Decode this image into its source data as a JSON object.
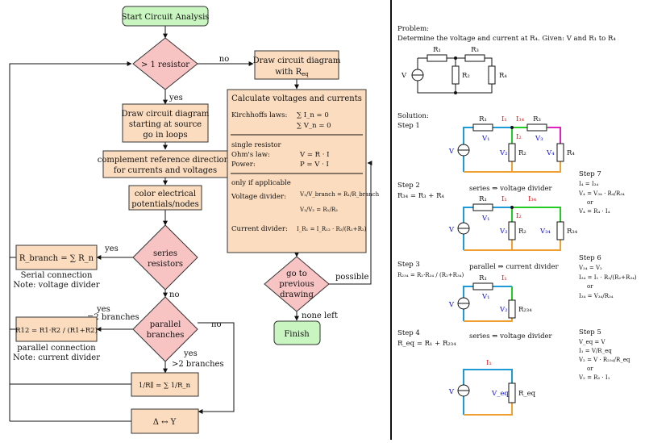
{
  "flow": {
    "start": "Start Circuit Analysis",
    "d1": "> 1 resistor",
    "no1": "no",
    "yes1": "yes",
    "draw_req_1": "Draw circuit diagram",
    "draw_req_2": "with R",
    "draw_req_sub": "eq",
    "draw_src_1": "Draw circuit diagram",
    "draw_src_2": "starting at source",
    "draw_src_3": "go in loops",
    "complement_1": "complement reference directions",
    "complement_2": "for currents and voltages",
    "color_1": "color electrical",
    "color_2": "potentials/nodes",
    "d_series_1": "series",
    "d_series_2": "resistors",
    "yes_series": "yes",
    "no_series": "no",
    "rbranch": "R_branch = ∑ R_n",
    "serial_1": "Serial connection",
    "serial_2": "Note: voltage divider",
    "d_par_1": "parallel",
    "d_par_2": "branches",
    "yes_par_a": "yes",
    "eq2": "=2 branches",
    "no_par": "no",
    "yes_par_b": "yes",
    "gt2": ">2 branches",
    "r12": "R12 = R1·R2 / (R1+R2)",
    "par_1": "parallel connection",
    "par_2": "Note: current divider",
    "recip": "1/R∥ = ∑ 1/R_n",
    "delta": "Δ ↔ Y",
    "calc_title": "Calculate voltages and currents",
    "kirch": "Kirchhoffs laws:",
    "kirch_i": "∑ I_n = 0",
    "kirch_v": "∑ V_n = 0",
    "single": "single resistor",
    "ohm": "Ohm's law:",
    "ohm_eq": "V = R · I",
    "power": "Power:",
    "power_eq": "P = V · I",
    "only_if": "only if applicable",
    "vdiv": "Voltage divider:",
    "cdiv": "Current divider:",
    "d_prev_1": "go to",
    "d_prev_2": "previous",
    "d_prev_3": "drawing",
    "possible": "possible",
    "none_left": "none left",
    "finish": "Finish"
  },
  "right": {
    "problem": "Problem:",
    "problem_text": "Determine the voltage and current at R₄. Given: V and R₁ to R₄",
    "solution": "Solution:",
    "step1": "Step 1",
    "step2": "Step 2",
    "step2_eq": "R₃₄ = R₃ + R₄",
    "step2_note": "series ⇒ voltage divider",
    "step3": "Step 3",
    "step3_eq": "R₂₃₄ = R₂·R₃₄ / (R₂+R₃₄)",
    "step3_note": "parallel ⇒ current divider",
    "step4": "Step 4",
    "step4_eq": "R_eq = R₁ + R₂₃₄",
    "step4_note": "series ⇒ voltage divider",
    "step7": "Step 7",
    "step7_l1": "I₄ = I₃₄",
    "step7_l2": "V₄ = V₃₄ · R₄/R₃₄",
    "step7_or": "or",
    "step7_l3": "V₄ = R₄ · I₄",
    "step6": "Step 6",
    "step6_l1": "V₃₄ = V₂",
    "step6_l2": "I₃₄ = I₁ · R₂/(R₂+R₃₄)",
    "step6_or": "or",
    "step6_l3": "I₃₄ = V₃₄/R₃₄",
    "step5": "Step 5",
    "step5_l1": "V_eq = V",
    "step5_l2": "I₁ = V/R_eq",
    "step5_l3": "V₂ = V · R₂₃₄/R_eq",
    "step5_or": "or",
    "step5_l4": "V₂ = R₂ · I₁",
    "labels": {
      "V": "V",
      "R1": "R₁",
      "R2": "R₂",
      "R3": "R₃",
      "R4": "R₄",
      "I1": "I₁",
      "I2": "I₂",
      "I34": "I₃₄",
      "V1": "V₁",
      "V2": "V₂",
      "V3": "V₃",
      "V4": "V₄",
      "V34": "V₃₄",
      "R34": "R₃₄",
      "R234": "R₂₃₄",
      "Veq": "V_eq",
      "Req": "R_eq"
    }
  },
  "colors": {
    "box": "#fbdcbf",
    "start": "#c9f5c0",
    "diamond": "#f7c3c3",
    "wire_blue": "#1e9bd7",
    "wire_green": "#22cc22",
    "wire_orange": "#f0a030",
    "wire_magenta": "#e020c0"
  }
}
